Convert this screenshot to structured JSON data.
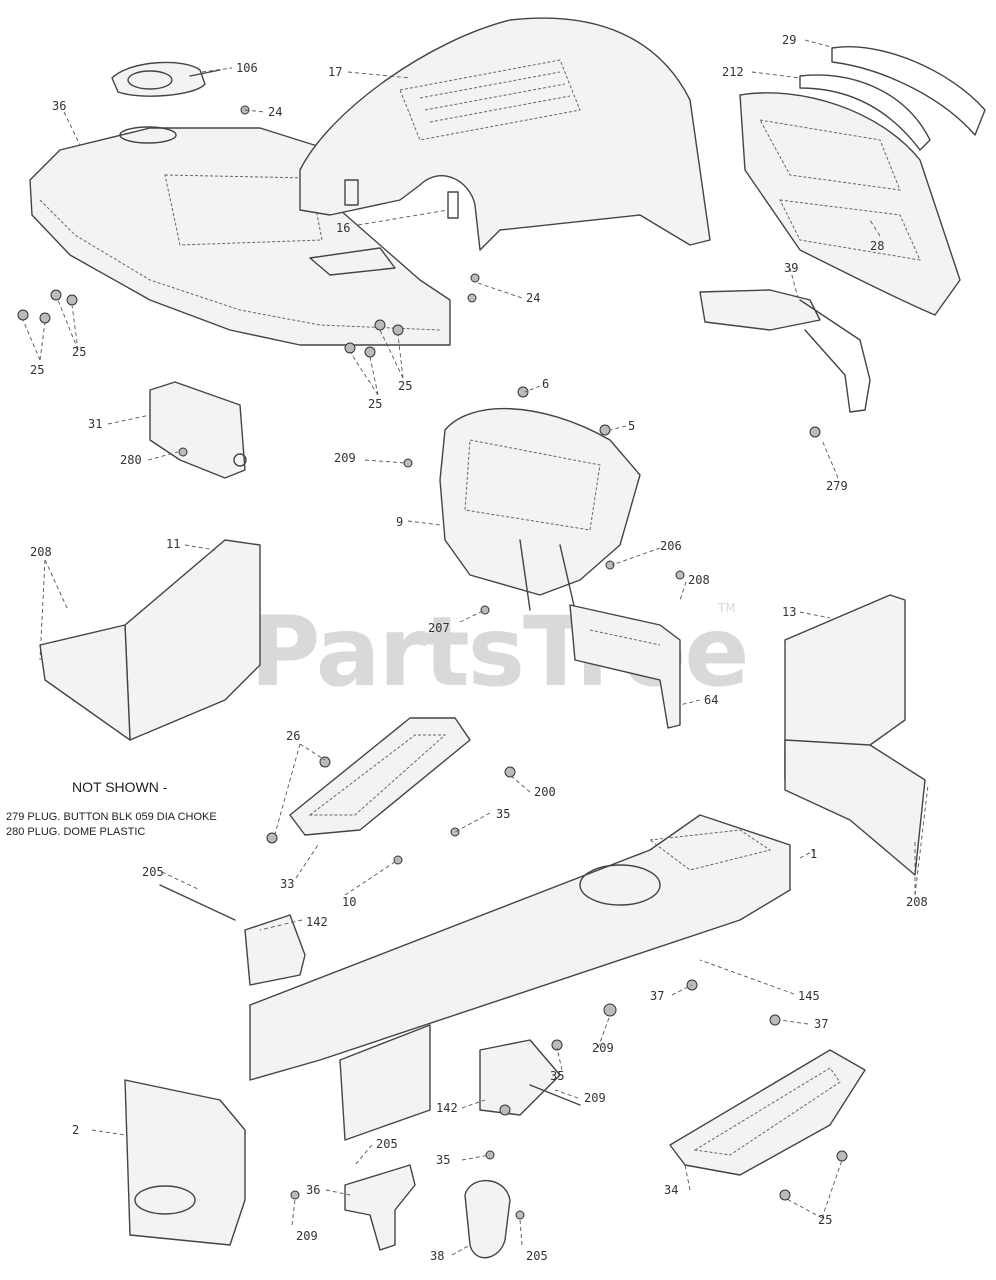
{
  "watermark": {
    "text": "PartsTree",
    "tm": "TM"
  },
  "notes": {
    "title": "NOT SHOWN -",
    "lines": [
      "279 PLUG. BUTTON BLK 059 DIA CHOKE",
      "280 PLUG. DOME PLASTIC"
    ]
  },
  "callouts": {
    "c106": "106",
    "c17": "17",
    "c29": "29",
    "c212": "212",
    "c36": "36",
    "c24a": "24",
    "c16": "16",
    "c24b": "24",
    "c28": "28",
    "c25a": "25",
    "c25b": "25",
    "c25c": "25",
    "c25d": "25",
    "c39": "39",
    "c31": "31",
    "c280": "280",
    "c6": "6",
    "c5": "5",
    "c209a": "209",
    "c279": "279",
    "c9": "9",
    "c208a": "208",
    "c11": "11",
    "c206": "206",
    "c208b": "208",
    "c207": "207",
    "c64": "64",
    "c13": "13",
    "c26": "26",
    "c200": "200",
    "c35a": "35",
    "c33": "33",
    "c10": "10",
    "c1": "1",
    "c205a": "205",
    "c142a": "142",
    "c208c": "208",
    "c37a": "37",
    "c145": "145",
    "c37b": "37",
    "c209b": "209",
    "c35b": "35",
    "c142b": "142",
    "c209c": "209",
    "c2": "2",
    "c205b": "205",
    "c36b": "36",
    "c209d": "209",
    "c35c": "35",
    "c34": "34",
    "c25e": "25",
    "c38": "38",
    "c205c": "205"
  }
}
